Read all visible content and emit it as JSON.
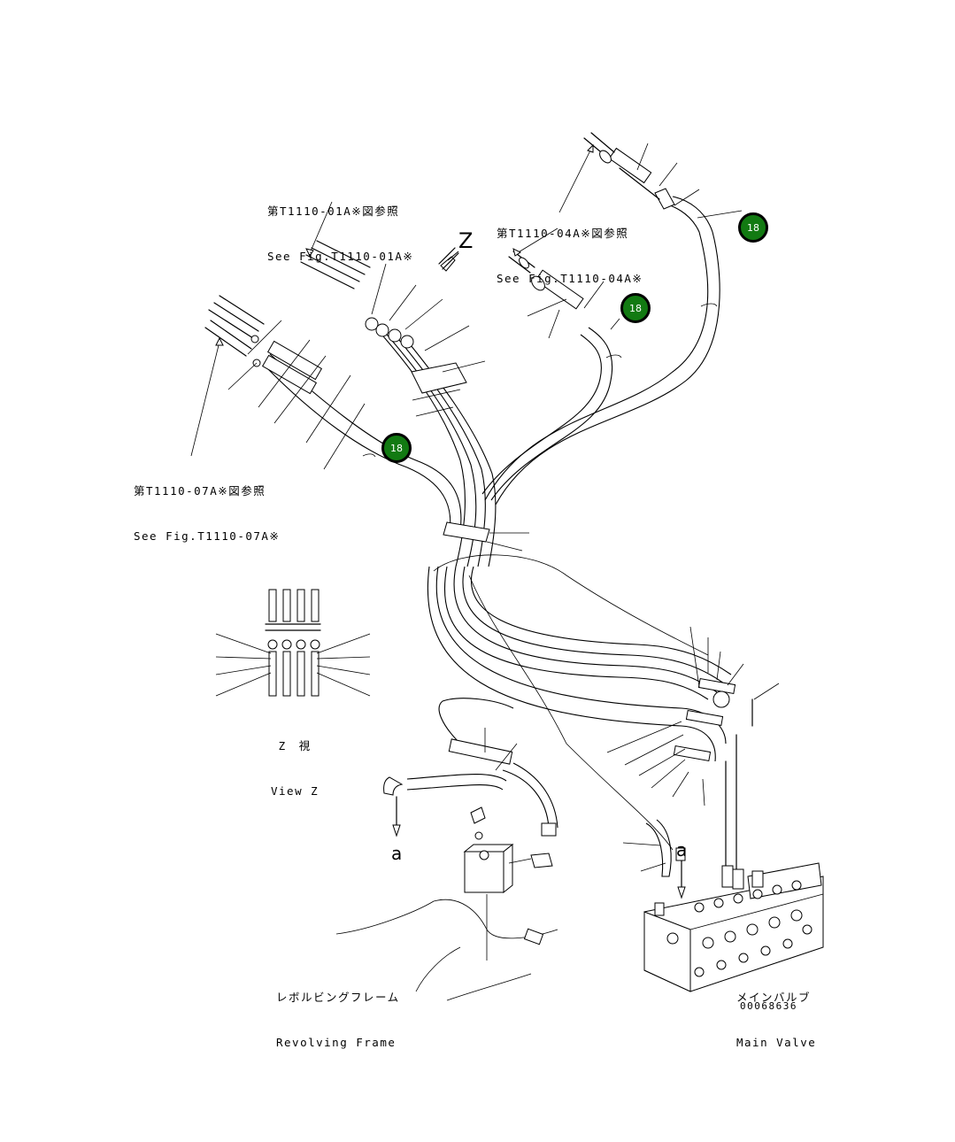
{
  "references": {
    "fig_01a": {
      "ja": "第T1110-01A※図参照",
      "en": "See Fig.T1110-01A※"
    },
    "fig_04a": {
      "ja": "第T1110-04A※図参照",
      "en": "See Fig.T1110-04A※"
    },
    "fig_07a": {
      "ja": "第T1110-07A※図参照",
      "en": "See Fig.T1110-07A※"
    }
  },
  "view_z": {
    "arrow_letter": "Z",
    "ja": "Z　視",
    "en": "View Z"
  },
  "connection_marks": {
    "left": "a",
    "right": "a"
  },
  "labels": {
    "revolving_frame": {
      "ja": "レボルビングフレーム",
      "en": "Revolving Frame"
    },
    "main_valve": {
      "ja": "メインバルブ",
      "en": "Main Valve"
    }
  },
  "drawing_number": "00068636",
  "callouts": [
    {
      "label": "18"
    },
    {
      "label": "18"
    },
    {
      "label": "18"
    }
  ],
  "colors": {
    "callout_fill": "#127a12",
    "callout_text": "#ffffff",
    "line": "#000000"
  }
}
